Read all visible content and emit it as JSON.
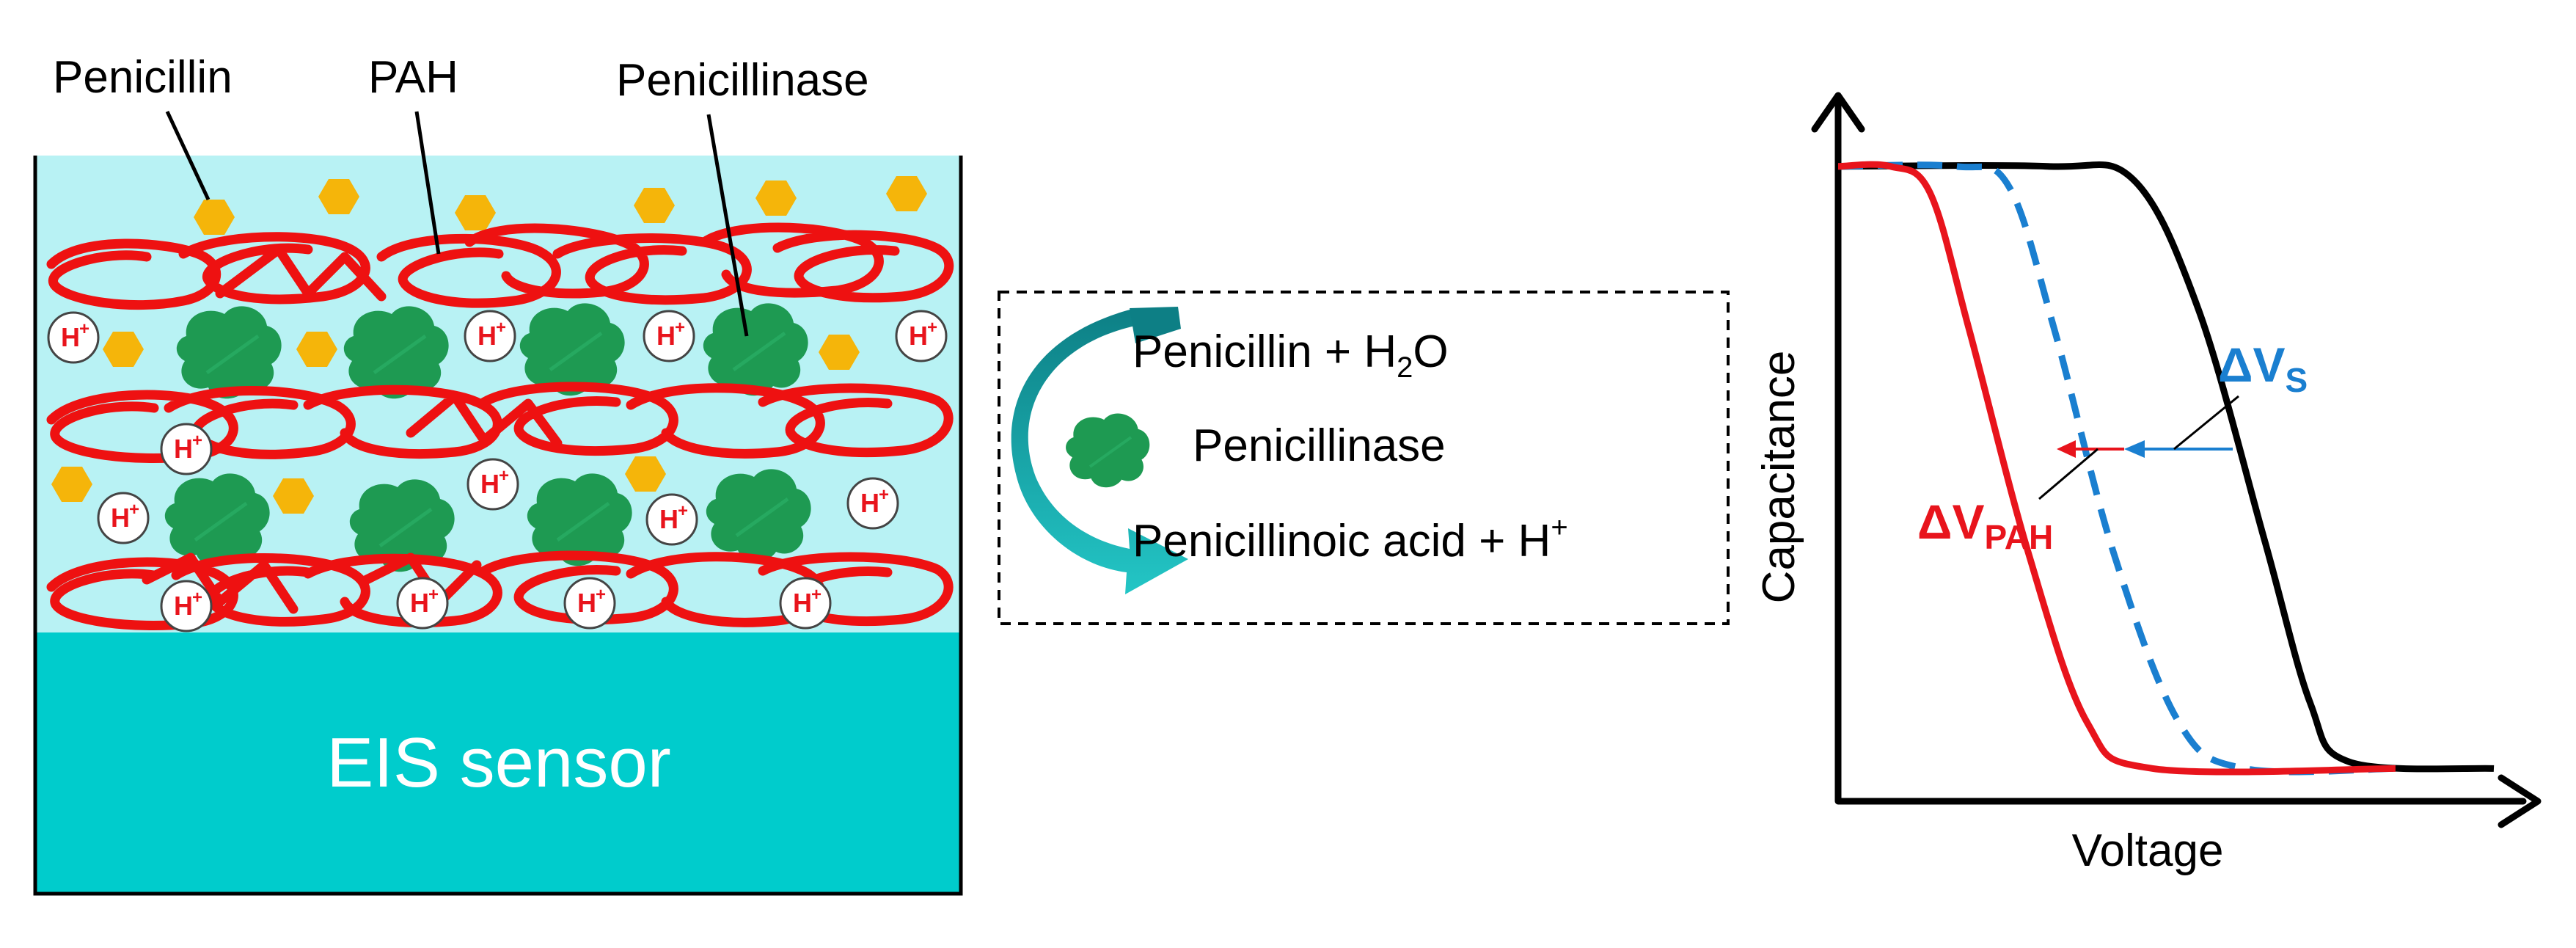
{
  "panel_left": {
    "labels": {
      "penicillin": "Penicillin",
      "pah": "PAH",
      "penicillinase": "Penicillinase"
    },
    "proton_label": "H",
    "proton_sup": "+",
    "sensor_label": "EIS sensor"
  },
  "reaction_box": {
    "reactant": "Penicillin + H",
    "reactant_sub": "2",
    "reactant_tail": "O",
    "enzyme": "Penicillinase",
    "product": "Penicillinoic acid + H",
    "product_sup": "+"
  },
  "chart_data": {
    "type": "line",
    "xlabel": "Voltage",
    "ylabel": "Capacitance",
    "series": [
      {
        "color": "#000000",
        "style": "solid",
        "x": [
          0.0,
          0.32,
          0.45,
          0.55,
          0.65,
          0.72,
          0.78,
          1.0
        ],
        "y": [
          0.97,
          0.97,
          0.95,
          0.75,
          0.4,
          0.15,
          0.06,
          0.05
        ]
      },
      {
        "color": "#1a7fd0",
        "style": "dashed",
        "x": [
          0.0,
          0.18,
          0.26,
          0.33,
          0.42,
          0.52,
          0.62,
          0.85
        ],
        "y": [
          0.97,
          0.97,
          0.94,
          0.72,
          0.38,
          0.12,
          0.05,
          0.05
        ]
      },
      {
        "color": "#e8141c",
        "style": "solid",
        "x": [
          0.0,
          0.08,
          0.14,
          0.2,
          0.29,
          0.38,
          0.48,
          0.85
        ],
        "y": [
          0.97,
          0.97,
          0.93,
          0.72,
          0.38,
          0.12,
          0.05,
          0.05
        ]
      }
    ],
    "annotations": [
      {
        "text": "ΔV",
        "sub": "S",
        "color": "#1a7fd0"
      },
      {
        "text": "ΔV",
        "sub": "PAH",
        "color": "#e8141c"
      }
    ],
    "colors": {
      "red": "#e8141c",
      "blue": "#1a7fd0",
      "black": "#000000"
    }
  },
  "colors": {
    "solution": "#b8f2f4",
    "sensor": "#00cccc",
    "polymer": "#ee1111",
    "enzyme": "#1e9a52",
    "penicillin": "#f5b50a",
    "reaction_arrow": "#12a7a7"
  }
}
